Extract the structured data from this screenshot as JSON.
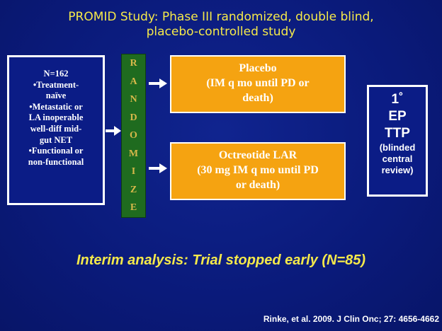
{
  "slide": {
    "title_line1": "PROMID Study:  Phase III randomized, double blind,",
    "title_line2": "placebo-controlled study"
  },
  "criteria": {
    "lines": [
      "N=162",
      "•Treatment-",
      "naïve",
      "•Metastatic  or",
      "LA inoperable",
      "well-diff  mid-",
      "gut NET",
      "•Functional  or",
      "non-functional"
    ]
  },
  "randomize": {
    "letters": [
      "R",
      "A",
      "N",
      "D",
      "O",
      "M",
      "I",
      "Z",
      "E"
    ]
  },
  "arms": {
    "placebo": {
      "line1": "Placebo",
      "line2": "(IM q mo until PD or",
      "line3": "death)"
    },
    "octreotide": {
      "line1": "Octreotide LAR",
      "line2": "(30 mg  IM q mo until PD",
      "line3": "or death)"
    }
  },
  "endpoint": {
    "line1": "1˚",
    "line2": "EP",
    "line3": "TTP",
    "line4": "(blinded",
    "line5": "central",
    "line6": "review)"
  },
  "interim": "Interim analysis: Trial stopped early (N=85)",
  "citation": "Rinke, et al.  2009. J Clin Onc; 27: 4656-4662",
  "colors": {
    "background": "#0a1a7a",
    "title": "#f5e94a",
    "arm_fill": "#f5a311",
    "randomize_fill": "#1f6b1f",
    "randomize_text": "#d6b84a"
  }
}
